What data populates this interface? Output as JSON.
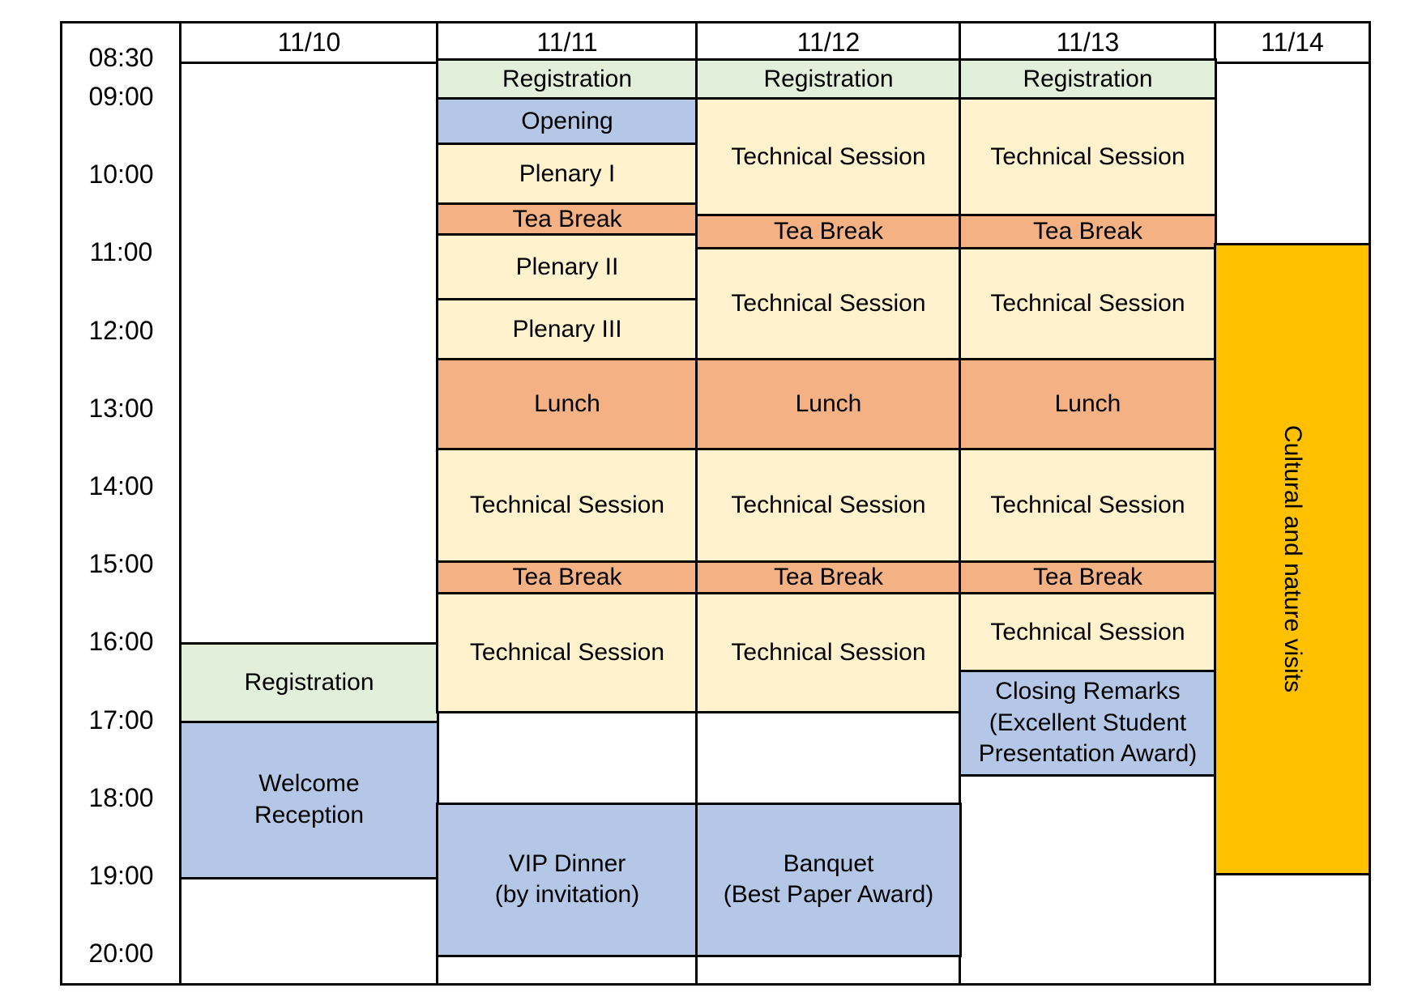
{
  "page": {
    "background": "#FFFFFF"
  },
  "palette": {
    "grid_line": "#000000",
    "text": "#000000",
    "registration": "#E2EFDA",
    "session": "#FFF2CC",
    "break": "#F4B183",
    "ceremony": "#B4C7E7",
    "excursion": "#FFC000"
  },
  "chart_data": {
    "type": "table",
    "subtype": "conference-program-timetable",
    "columns": [
      "11/10",
      "11/11",
      "11/12",
      "11/13",
      "11/14"
    ],
    "time_axis": {
      "unit": "hour-of-day",
      "range": [
        8.5,
        20.0
      ],
      "ticks": [
        {
          "label": "08:30",
          "hour": 8.5
        },
        {
          "label": "09:00",
          "hour": 9.0
        },
        {
          "label": "10:00",
          "hour": 10.0
        },
        {
          "label": "11:00",
          "hour": 11.0
        },
        {
          "label": "12:00",
          "hour": 12.0
        },
        {
          "label": "13:00",
          "hour": 13.0
        },
        {
          "label": "14:00",
          "hour": 14.0
        },
        {
          "label": "15:00",
          "hour": 15.0
        },
        {
          "label": "16:00",
          "hour": 16.0
        },
        {
          "label": "17:00",
          "hour": 17.0
        },
        {
          "label": "18:00",
          "hour": 18.0
        },
        {
          "label": "19:00",
          "hour": 19.0
        },
        {
          "label": "20:00",
          "hour": 20.0
        }
      ]
    },
    "legend": {
      "registration": "#E2EFDA",
      "plenary_technical_session": "#FFF2CC",
      "break_meal": "#F4B183",
      "ceremony_social": "#B4C7E7",
      "excursion": "#FFC000"
    },
    "events": [
      {
        "day": "11/10",
        "start": 16.0,
        "end": 17.0,
        "category": "registration",
        "label": "Registration"
      },
      {
        "day": "11/10",
        "start": 17.0,
        "end": 19.0,
        "category": "ceremony",
        "label": "Welcome\nReception"
      },
      {
        "day": "11/11",
        "start": 8.5,
        "end": 9.0,
        "category": "registration",
        "label": "Registration"
      },
      {
        "day": "11/11",
        "start": 9.0,
        "end": 9.58,
        "category": "ceremony",
        "label": "Opening"
      },
      {
        "day": "11/11",
        "start": 9.58,
        "end": 10.35,
        "category": "session",
        "label": "Plenary I"
      },
      {
        "day": "11/11",
        "start": 10.35,
        "end": 10.75,
        "category": "break",
        "label": "Tea Break"
      },
      {
        "day": "11/11",
        "start": 10.75,
        "end": 11.58,
        "category": "session",
        "label": "Plenary II"
      },
      {
        "day": "11/11",
        "start": 11.58,
        "end": 12.35,
        "category": "session",
        "label": "Plenary III"
      },
      {
        "day": "11/11",
        "start": 12.35,
        "end": 13.5,
        "category": "break",
        "label": "Lunch"
      },
      {
        "day": "11/11",
        "start": 13.5,
        "end": 14.95,
        "category": "session",
        "label": "Technical Session"
      },
      {
        "day": "11/11",
        "start": 14.95,
        "end": 15.35,
        "category": "break",
        "label": "Tea Break"
      },
      {
        "day": "11/11",
        "start": 15.35,
        "end": 16.87,
        "category": "session",
        "label": "Technical Session"
      },
      {
        "day": "11/11",
        "start": 18.05,
        "end": 20.0,
        "category": "ceremony",
        "label": "VIP Dinner\n(by invitation)"
      },
      {
        "day": "11/12",
        "start": 8.5,
        "end": 9.0,
        "category": "registration",
        "label": "Registration"
      },
      {
        "day": "11/12",
        "start": 9.0,
        "end": 10.5,
        "category": "session",
        "label": "Technical Session"
      },
      {
        "day": "11/12",
        "start": 10.5,
        "end": 10.92,
        "category": "break",
        "label": "Tea Break"
      },
      {
        "day": "11/12",
        "start": 10.92,
        "end": 12.35,
        "category": "session",
        "label": "Technical Session"
      },
      {
        "day": "11/12",
        "start": 12.35,
        "end": 13.5,
        "category": "break",
        "label": "Lunch"
      },
      {
        "day": "11/12",
        "start": 13.5,
        "end": 14.95,
        "category": "session",
        "label": "Technical Session"
      },
      {
        "day": "11/12",
        "start": 14.95,
        "end": 15.35,
        "category": "break",
        "label": "Tea Break"
      },
      {
        "day": "11/12",
        "start": 15.35,
        "end": 16.87,
        "category": "session",
        "label": "Technical Session"
      },
      {
        "day": "11/12",
        "start": 18.05,
        "end": 20.0,
        "category": "ceremony",
        "label": "Banquet\n(Best Paper Award)"
      },
      {
        "day": "11/13",
        "start": 8.5,
        "end": 9.0,
        "category": "registration",
        "label": "Registration"
      },
      {
        "day": "11/13",
        "start": 9.0,
        "end": 10.5,
        "category": "session",
        "label": "Technical Session"
      },
      {
        "day": "11/13",
        "start": 10.5,
        "end": 10.92,
        "category": "break",
        "label": "Tea Break"
      },
      {
        "day": "11/13",
        "start": 10.92,
        "end": 12.35,
        "category": "session",
        "label": "Technical Session"
      },
      {
        "day": "11/13",
        "start": 12.35,
        "end": 13.5,
        "category": "break",
        "label": "Lunch"
      },
      {
        "day": "11/13",
        "start": 13.5,
        "end": 14.95,
        "category": "session",
        "label": "Technical Session"
      },
      {
        "day": "11/13",
        "start": 14.95,
        "end": 15.35,
        "category": "break",
        "label": "Tea Break"
      },
      {
        "day": "11/13",
        "start": 15.35,
        "end": 16.35,
        "category": "session",
        "label": "Technical Session"
      },
      {
        "day": "11/13",
        "start": 16.35,
        "end": 17.68,
        "category": "ceremony",
        "label": "Closing Remarks\n(Excellent Student\nPresentation Award)"
      },
      {
        "day": "11/14",
        "start": 10.87,
        "end": 18.95,
        "category": "excursion",
        "label": "Cultural and nature visits",
        "orientation": "vertical"
      }
    ]
  }
}
